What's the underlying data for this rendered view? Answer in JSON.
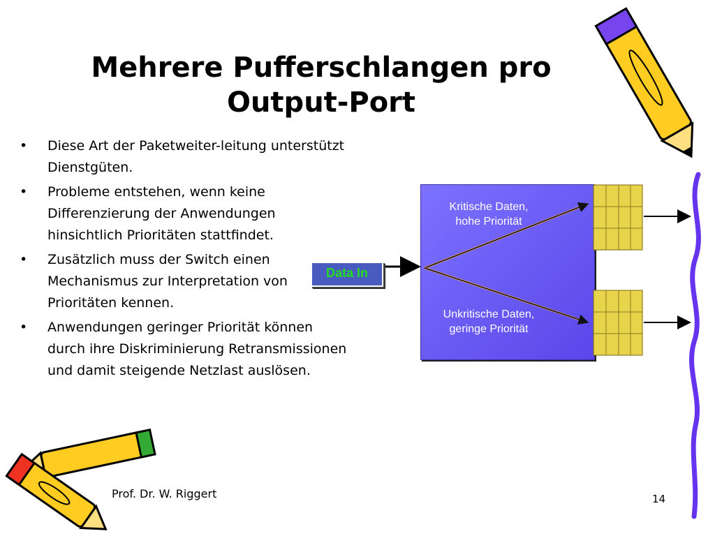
{
  "slide": {
    "title_line1": "Mehrere Pufferschlangen pro",
    "title_line2": "Output-Port",
    "bullets": [
      {
        "marker": "•",
        "text": "Diese Art der Paketweiter-leitung unterstützt Dienstgüten."
      },
      {
        "marker": "•",
        "text": "Probleme entstehen, wenn keine Differenzierung der Anwendungen hinsichtlich Prioritäten stattfindet."
      },
      {
        "marker": "•",
        "text": "Zusätzlich muss der Switch einen Mechanismus zur Interpretation von Prioritäten kennen."
      },
      {
        "marker": "•",
        "text": "Anwendungen geringer Priorität können durch ihre Diskriminierung Retransmissionen und damit steigende Netzlast auslösen."
      }
    ],
    "author": "Prof. Dr. W. Riggert",
    "page_number": "14"
  },
  "diagram": {
    "input_label": "Data In",
    "high_queue_label": "Kritische Daten,\nhohe Priorität",
    "low_queue_label": "Unkritische Daten,\ngeringe Priorität",
    "colors": {
      "switch_fill": "#6a5cf5",
      "input_text": "#22dd22",
      "queue_fill": "#e8d44a"
    }
  },
  "decorations": {
    "pencil_icon_top_right": "pencil-icon",
    "pencils_icon_bottom_left": "pencils-icon",
    "squiggle_icon_right": "squiggle-icon"
  }
}
